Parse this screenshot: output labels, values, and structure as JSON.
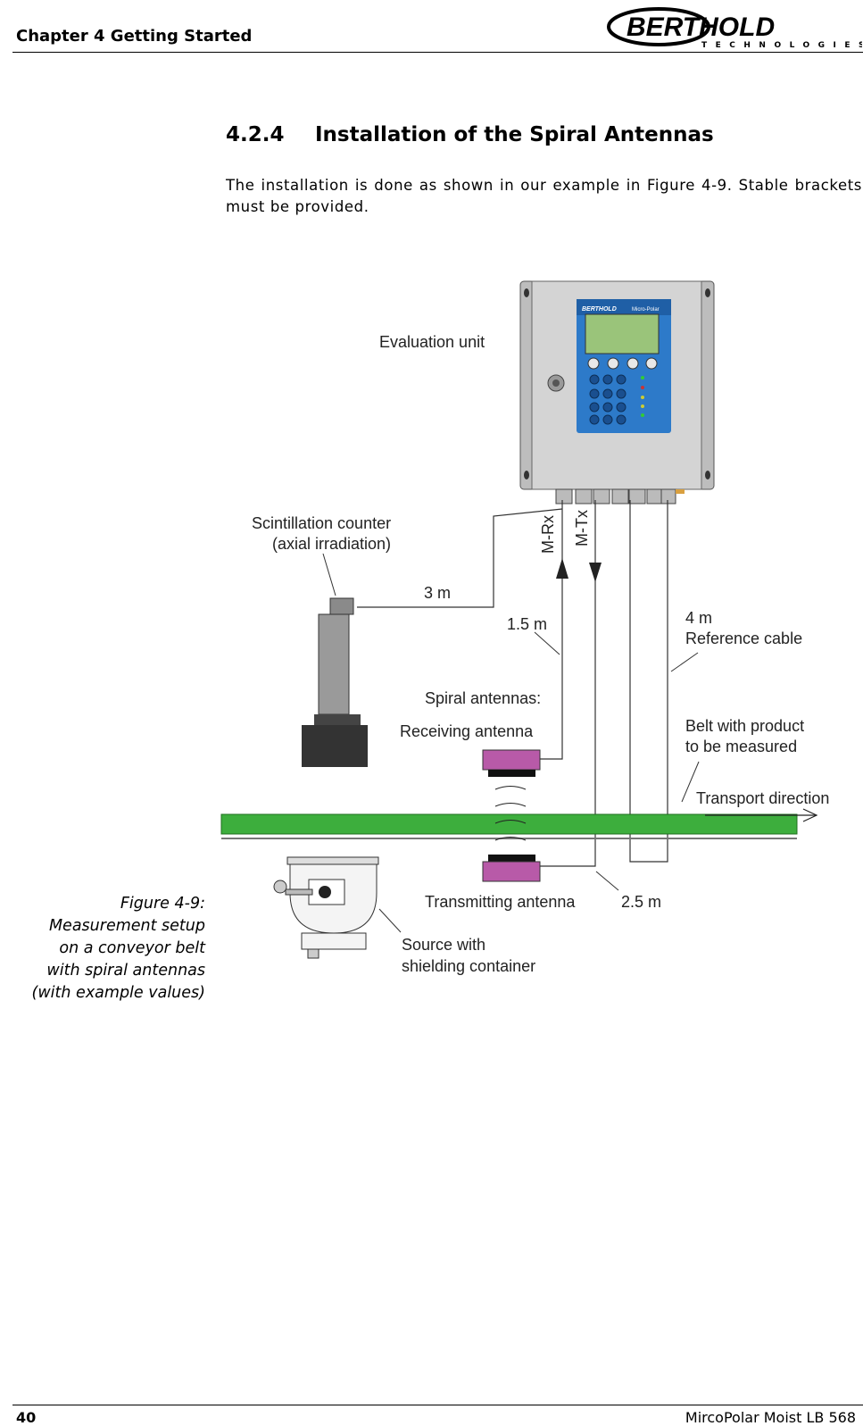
{
  "header": {
    "chapter_title": "Chapter 4 Getting Started",
    "logo_name": "BERTHOLD",
    "logo_sub": "TECHNOLOGIES"
  },
  "section": {
    "number": "4.2.4",
    "title": "Installation of the Spiral Antennas",
    "intro": "The installation is done as shown in our example in Figure 4-9. Stable brackets must be provided."
  },
  "figure": {
    "caption_lines": [
      "Figure 4-9:",
      "Measurement setup",
      "on a conveyor belt",
      "with spiral antennas",
      "(with example values)"
    ],
    "device_brand": "BERTHOLD",
    "device_model": "Micro-Polar",
    "labels": {
      "evaluation_unit": "Evaluation unit",
      "scintillation_line1": "Scintillation counter",
      "scintillation_line2": "(axial irradiation)",
      "cable_3m": "3 m",
      "cable_1_5m": "1.5 m",
      "m_rx": "M-Rx",
      "m_tx": "M-Tx",
      "ref_len": "4 m",
      "ref_cable": "Reference cable",
      "spiral_antennas": "Spiral antennas:",
      "receiving_antenna": "Receiving antenna",
      "belt_line1": "Belt with product",
      "belt_line2": "to be measured",
      "transport_direction": "Transport direction",
      "transmitting_antenna": "Transmitting antenna",
      "cable_2_5m": "2.5 m",
      "source_line1": "Source with",
      "source_line2": "shielding container"
    },
    "colors": {
      "belt": "#3dae3d",
      "antenna": "#b85aa8",
      "housing": "#c9c9c9",
      "panel": "#2d7ac9",
      "display": "#9ac47a",
      "detector_base": "#333333"
    }
  },
  "footer": {
    "page_number": "40",
    "document_name": "MircoPolar Moist LB 568"
  }
}
